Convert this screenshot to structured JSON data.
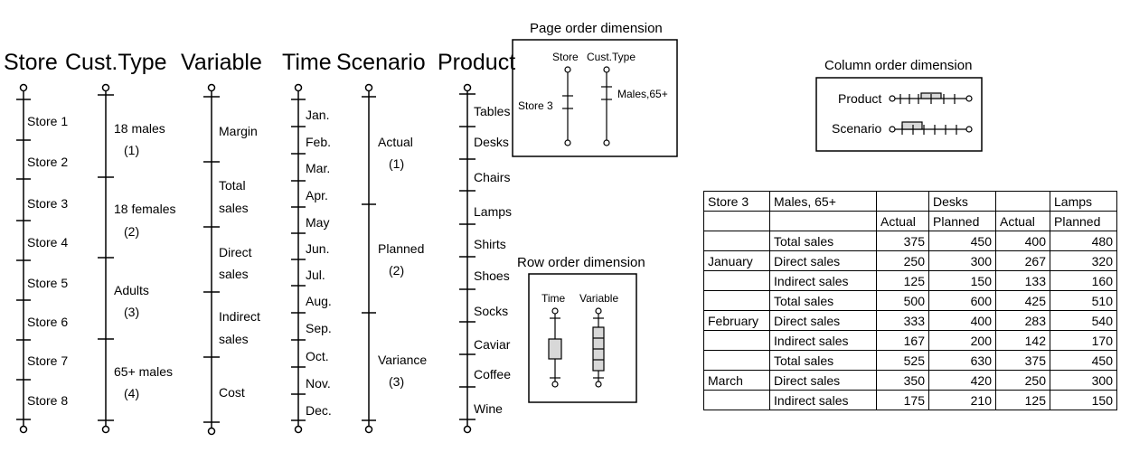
{
  "dimensions": [
    {
      "title": "Store",
      "members": [
        "Store 1",
        "Store 2",
        "Store 3",
        "Store 4",
        "Store 5",
        "Store 6",
        "Store 7",
        "Store 8"
      ]
    },
    {
      "title": "Cust.Type",
      "members": [
        "18 males",
        "(1)",
        "18 females",
        "(2)",
        "Adults",
        "(3)",
        "65+ males",
        "(4)"
      ]
    },
    {
      "title": "Variable",
      "members": [
        "Margin",
        "Total",
        "sales",
        "Direct",
        "sales",
        "Indirect",
        "sales",
        "Cost"
      ]
    },
    {
      "title": "Time",
      "members": [
        "Jan.",
        "Feb.",
        "Mar.",
        "Apr.",
        "May",
        "Jun.",
        "Jul.",
        "Aug.",
        "Sep.",
        "Oct.",
        "Nov.",
        "Dec."
      ]
    },
    {
      "title": "Scenario",
      "members": [
        "Actual",
        "(1)",
        "Planned",
        "(2)",
        "Variance",
        "(3)"
      ]
    },
    {
      "title": "Product",
      "members": [
        "Tables",
        "Desks",
        "Chairs",
        "Lamps",
        "Shirts",
        "Shoes",
        "Socks",
        "Caviar",
        "Coffee",
        "Wine"
      ]
    }
  ],
  "page_order": {
    "title": "Page order dimension",
    "axis1": "Store",
    "axis2": "Cust.Type",
    "value1": "Store 3",
    "value2": "Males,65+"
  },
  "row_order": {
    "title": "Row order dimension",
    "axis1": "Time",
    "axis2": "Variable"
  },
  "column_order": {
    "title": "Column order dimension",
    "axis1": "Product",
    "axis2": "Scenario"
  },
  "table": {
    "header1": [
      "Store 3",
      "Males, 65+",
      "",
      "Desks",
      "",
      "Lamps"
    ],
    "header2": [
      "",
      "",
      "Actual",
      "Planned",
      "Actual",
      "Planned"
    ],
    "rows": [
      [
        "",
        "Total sales",
        "375",
        "450",
        "400",
        "480"
      ],
      [
        "January",
        "Direct sales",
        "250",
        "300",
        "267",
        "320"
      ],
      [
        "",
        "Indirect sales",
        "125",
        "150",
        "133",
        "160"
      ],
      [
        "",
        "Total sales",
        "500",
        "600",
        "425",
        "510"
      ],
      [
        "February",
        "Direct sales",
        "333",
        "400",
        "283",
        "540"
      ],
      [
        "",
        "Indirect sales",
        "167",
        "200",
        "142",
        "170"
      ],
      [
        "",
        "Total sales",
        "525",
        "630",
        "375",
        "450"
      ],
      [
        "March",
        "Direct sales",
        "350",
        "420",
        "250",
        "300"
      ],
      [
        "",
        "Indirect sales",
        "175",
        "210",
        "125",
        "150"
      ]
    ]
  }
}
